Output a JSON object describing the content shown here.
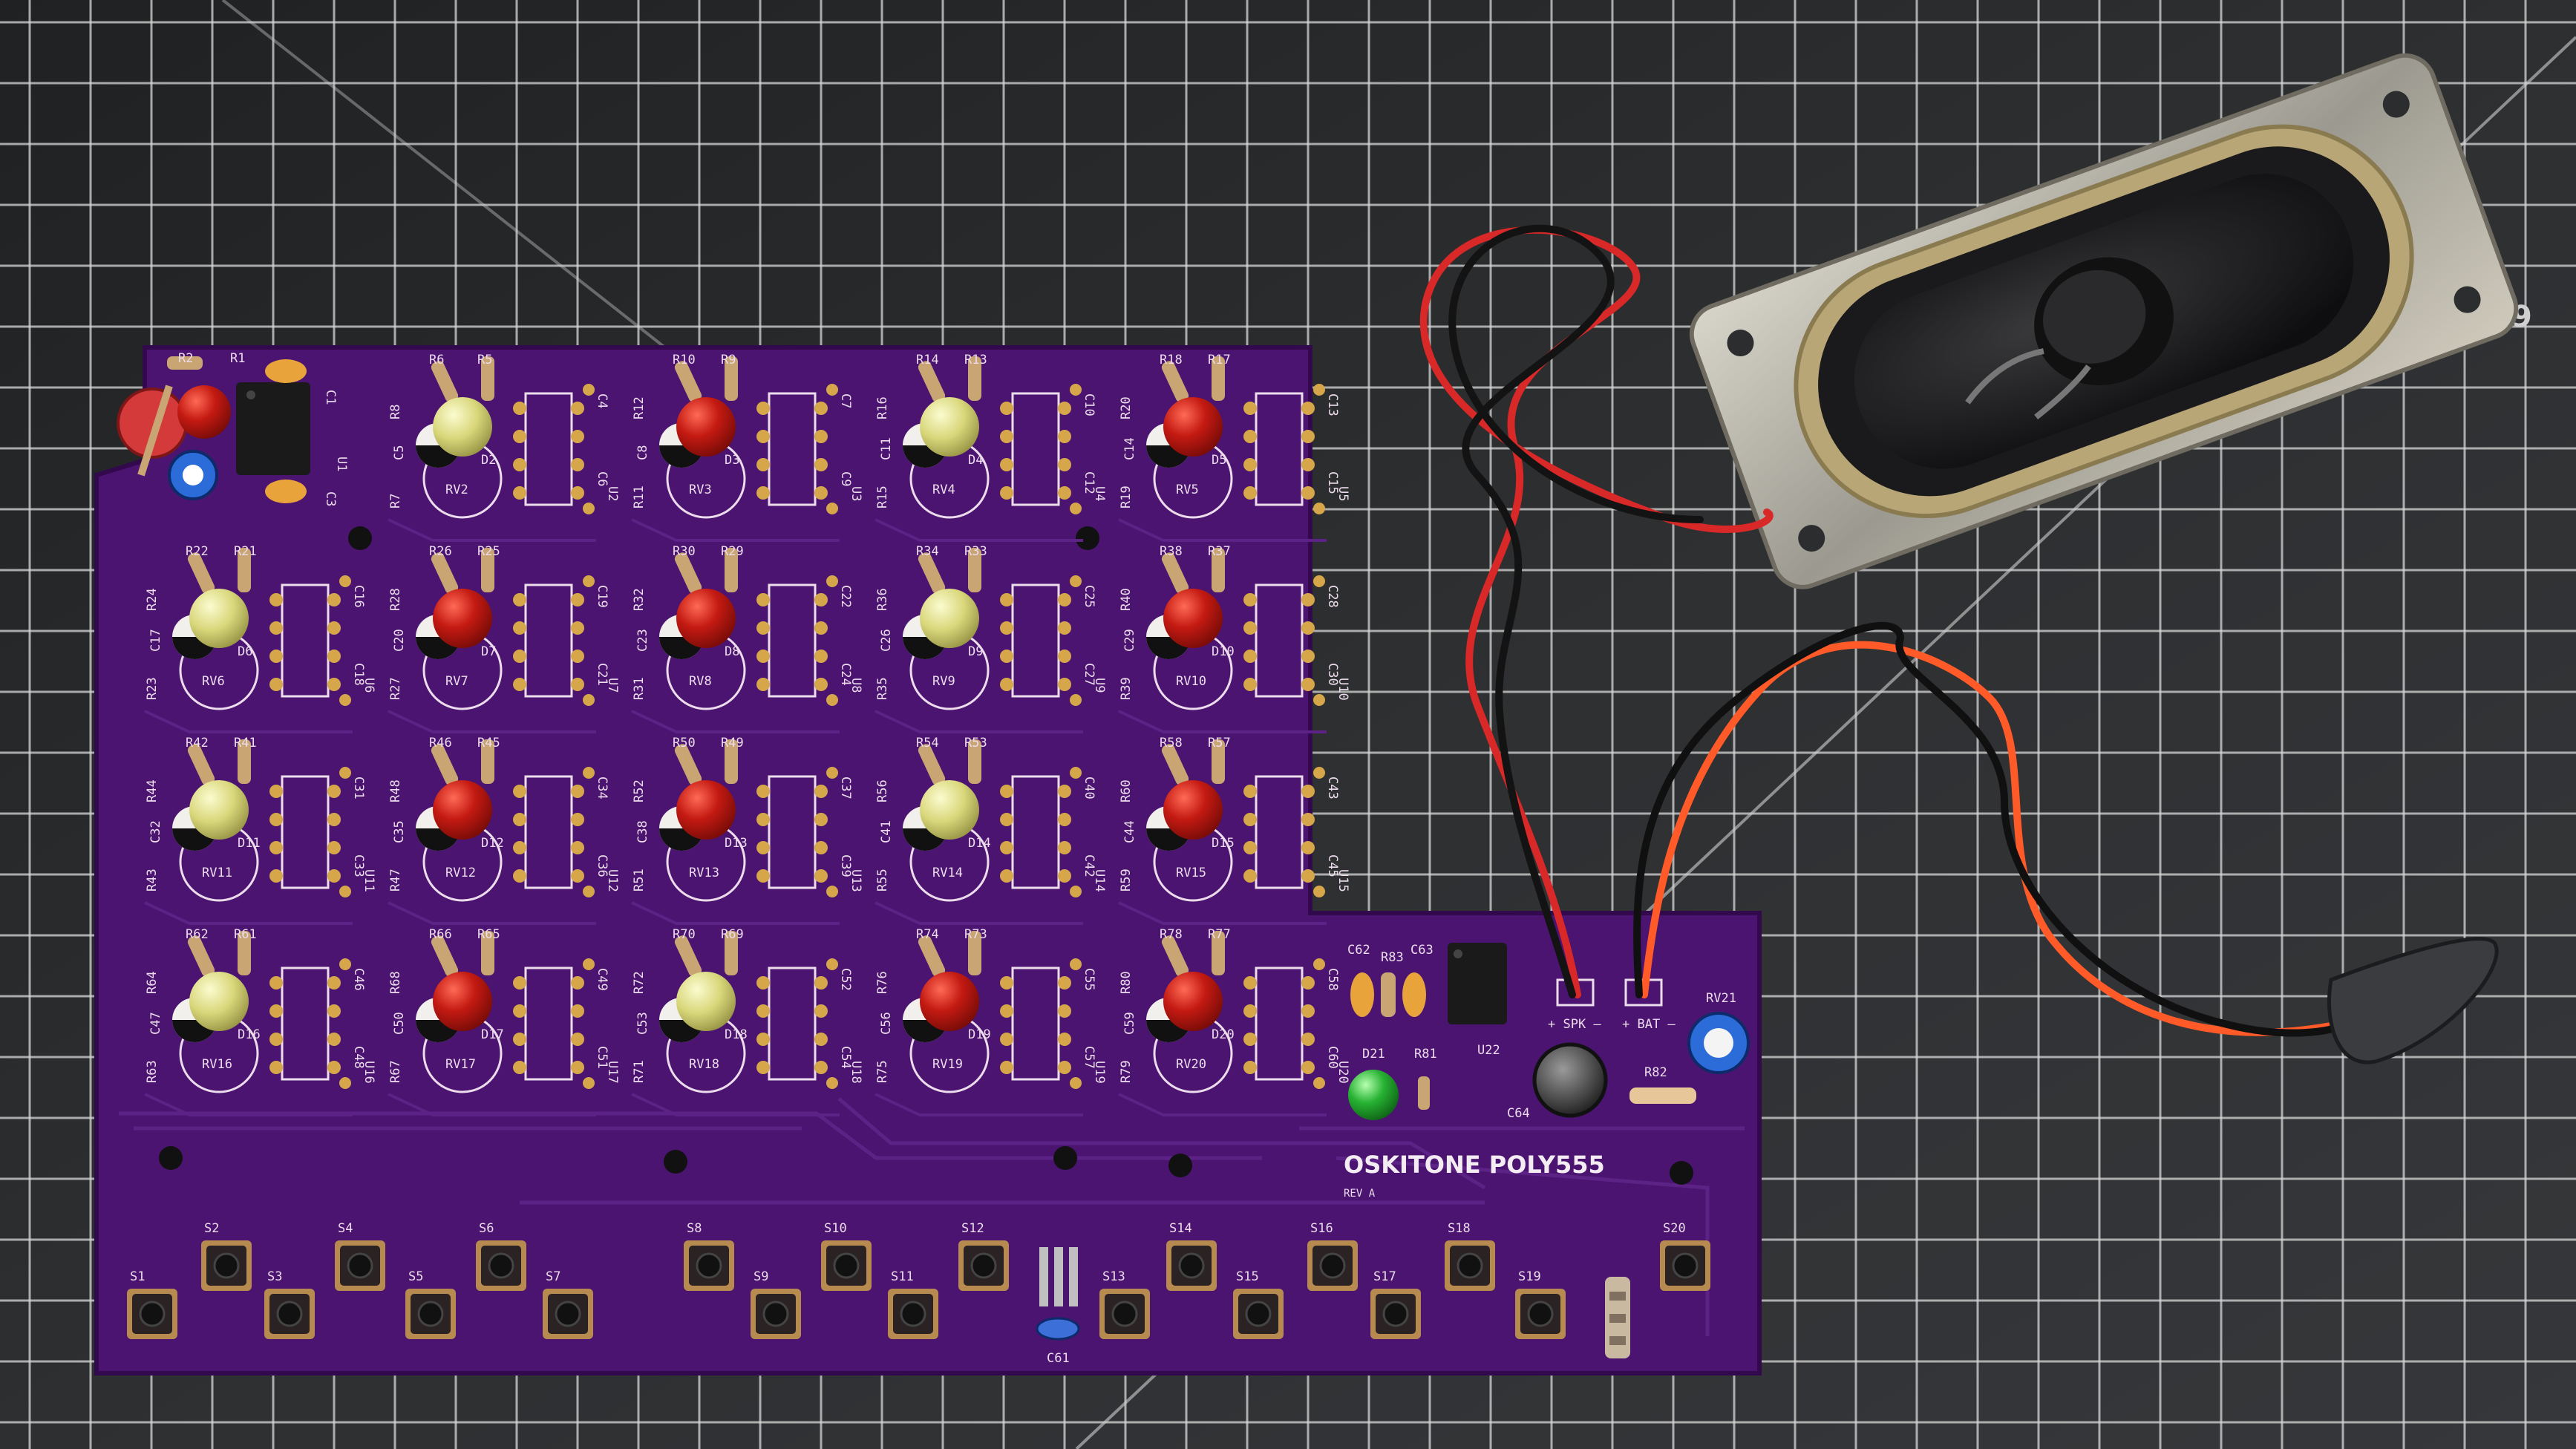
{
  "mat": {
    "ruler_label": ".09",
    "color": "#2b2d2f",
    "grid_color": "#e8e8e8"
  },
  "board": {
    "title": "OSKITONE POLY555",
    "revision": "REV A",
    "color": "#4a1470",
    "led_colors": {
      "red": "#c41a12",
      "yellow": "#d9d77a",
      "green": "#27b233"
    },
    "voices": [
      {
        "row": 0,
        "col": 1,
        "r1": "R6",
        "r2": "R5",
        "c_a": "C5",
        "c_b": "C6",
        "c_t": "C4",
        "led": "D2",
        "rv": "RV2",
        "u": "U2",
        "color": "yellow",
        "r3": "R7",
        "r4": "R8"
      },
      {
        "row": 0,
        "col": 2,
        "r1": "R10",
        "r2": "R9",
        "c_a": "C8",
        "c_b": "C9",
        "c_t": "C7",
        "led": "D3",
        "rv": "RV3",
        "u": "U3",
        "color": "red",
        "r3": "R11",
        "r4": "R12"
      },
      {
        "row": 0,
        "col": 3,
        "r1": "R14",
        "r2": "R13",
        "c_a": "C11",
        "c_b": "C12",
        "c_t": "C10",
        "led": "D4",
        "rv": "RV4",
        "u": "U4",
        "color": "yellow",
        "r3": "R15",
        "r4": "R16"
      },
      {
        "row": 0,
        "col": 4,
        "r1": "R18",
        "r2": "R17",
        "c_a": "C14",
        "c_b": "C15",
        "c_t": "C13",
        "led": "D5",
        "rv": "RV5",
        "u": "U5",
        "color": "red",
        "r3": "R19",
        "r4": "R20"
      },
      {
        "row": 1,
        "col": 0,
        "r1": "R22",
        "r2": "R21",
        "c_a": "C17",
        "c_b": "C18",
        "c_t": "C16",
        "led": "D6",
        "rv": "RV6",
        "u": "U6",
        "color": "yellow",
        "r3": "R23",
        "r4": "R24"
      },
      {
        "row": 1,
        "col": 1,
        "r1": "R26",
        "r2": "R25",
        "c_a": "C20",
        "c_b": "C21",
        "c_t": "C19",
        "led": "D7",
        "rv": "RV7",
        "u": "U7",
        "color": "red",
        "r3": "R27",
        "r4": "R28"
      },
      {
        "row": 1,
        "col": 2,
        "r1": "R30",
        "r2": "R29",
        "c_a": "C23",
        "c_b": "C24",
        "c_t": "C22",
        "led": "D8",
        "rv": "RV8",
        "u": "U8",
        "color": "red",
        "r3": "R31",
        "r4": "R32"
      },
      {
        "row": 1,
        "col": 3,
        "r1": "R34",
        "r2": "R33",
        "c_a": "C26",
        "c_b": "C27",
        "c_t": "C25",
        "led": "D9",
        "rv": "RV9",
        "u": "U9",
        "color": "yellow",
        "r3": "R35",
        "r4": "R36"
      },
      {
        "row": 1,
        "col": 4,
        "r1": "R38",
        "r2": "R37",
        "c_a": "C29",
        "c_b": "C30",
        "c_t": "C28",
        "led": "D10",
        "rv": "RV10",
        "u": "U10",
        "color": "red",
        "r3": "R39",
        "r4": "R40"
      },
      {
        "row": 2,
        "col": 0,
        "r1": "R42",
        "r2": "R41",
        "c_a": "C32",
        "c_b": "C33",
        "c_t": "C31",
        "led": "D11",
        "rv": "RV11",
        "u": "U11",
        "color": "yellow",
        "r3": "R43",
        "r4": "R44"
      },
      {
        "row": 2,
        "col": 1,
        "r1": "R46",
        "r2": "R45",
        "c_a": "C35",
        "c_b": "C36",
        "c_t": "C34",
        "led": "D12",
        "rv": "RV12",
        "u": "U12",
        "color": "red",
        "r3": "R47",
        "r4": "R48"
      },
      {
        "row": 2,
        "col": 2,
        "r1": "R50",
        "r2": "R49",
        "c_a": "C38",
        "c_b": "C39",
        "c_t": "C37",
        "led": "D13",
        "rv": "RV13",
        "u": "U13",
        "color": "red",
        "r3": "R51",
        "r4": "R52"
      },
      {
        "row": 2,
        "col": 3,
        "r1": "R54",
        "r2": "R53",
        "c_a": "C41",
        "c_b": "C42",
        "c_t": "C40",
        "led": "D14",
        "rv": "RV14",
        "u": "U14",
        "color": "yellow",
        "r3": "R55",
        "r4": "R56"
      },
      {
        "row": 2,
        "col": 4,
        "r1": "R58",
        "r2": "R57",
        "c_a": "C44",
        "c_b": "C45",
        "c_t": "C43",
        "led": "D15",
        "rv": "RV15",
        "u": "U15",
        "color": "red",
        "r3": "R59",
        "r4": "R60"
      },
      {
        "row": 3,
        "col": 0,
        "r1": "R62",
        "r2": "R61",
        "c_a": "C47",
        "c_b": "C48",
        "c_t": "C46",
        "led": "D16",
        "rv": "RV16",
        "u": "U16",
        "color": "yellow",
        "r3": "R63",
        "r4": "R64"
      },
      {
        "row": 3,
        "col": 1,
        "r1": "R66",
        "r2": "R65",
        "c_a": "C50",
        "c_b": "C51",
        "c_t": "C49",
        "led": "D17",
        "rv": "RV17",
        "u": "U17",
        "color": "red",
        "r3": "R67",
        "r4": "R68"
      },
      {
        "row": 3,
        "col": 2,
        "r1": "R70",
        "r2": "R69",
        "c_a": "C53",
        "c_b": "C54",
        "c_t": "C52",
        "led": "D18",
        "rv": "RV18",
        "u": "U18",
        "color": "yellow",
        "r3": "R71",
        "r4": "R72"
      },
      {
        "row": 3,
        "col": 3,
        "r1": "R74",
        "r2": "R73",
        "c_a": "C56",
        "c_b": "C57",
        "c_t": "C55",
        "led": "D19",
        "rv": "RV19",
        "u": "U19",
        "color": "red",
        "r3": "R75",
        "r4": "R76"
      },
      {
        "row": 3,
        "col": 4,
        "r1": "R78",
        "r2": "R77",
        "c_a": "C59",
        "c_b": "C60",
        "c_t": "C58",
        "led": "D20",
        "rv": "RV20",
        "u": "U20",
        "color": "red",
        "r3": "R79",
        "r4": "R80"
      }
    ],
    "master": {
      "r1": "R1",
      "r2": "R2",
      "c1": "C1",
      "c3": "C3",
      "u1": "U1"
    },
    "power": {
      "c62": "C62",
      "r83": "R83",
      "c63": "C63",
      "u22": "U22",
      "spk": "+ SPK –",
      "bat": "+ BAT –",
      "rv21": "RV21",
      "d21": "D21",
      "r81": "R81",
      "r82": "R82",
      "c64": "C64",
      "c61": "C61"
    },
    "buttons": [
      "S1",
      "S2",
      "S3",
      "S4",
      "S5",
      "S6",
      "S7",
      "S8",
      "S9",
      "S10",
      "S11",
      "S12",
      "S13",
      "S14",
      "S15",
      "S16",
      "S17",
      "S18",
      "S19",
      "S20"
    ]
  }
}
